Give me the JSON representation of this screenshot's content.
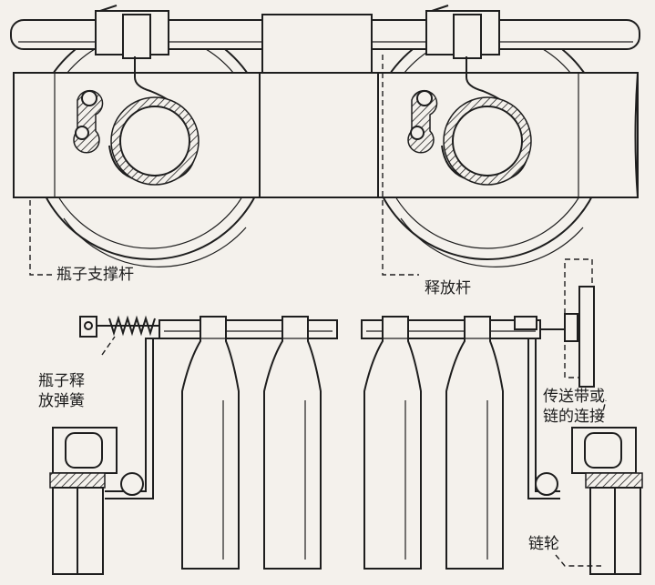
{
  "labels": {
    "bottle_support_rod": "瓶子支撑杆",
    "release_rod": "释放杆",
    "bottle_release_spring_1": "瓶子释",
    "bottle_release_spring_2": "放弹簧",
    "conveyor_connection_1": "传送带或",
    "conveyor_connection_2": "链的连接",
    "sprocket": "链轮"
  }
}
